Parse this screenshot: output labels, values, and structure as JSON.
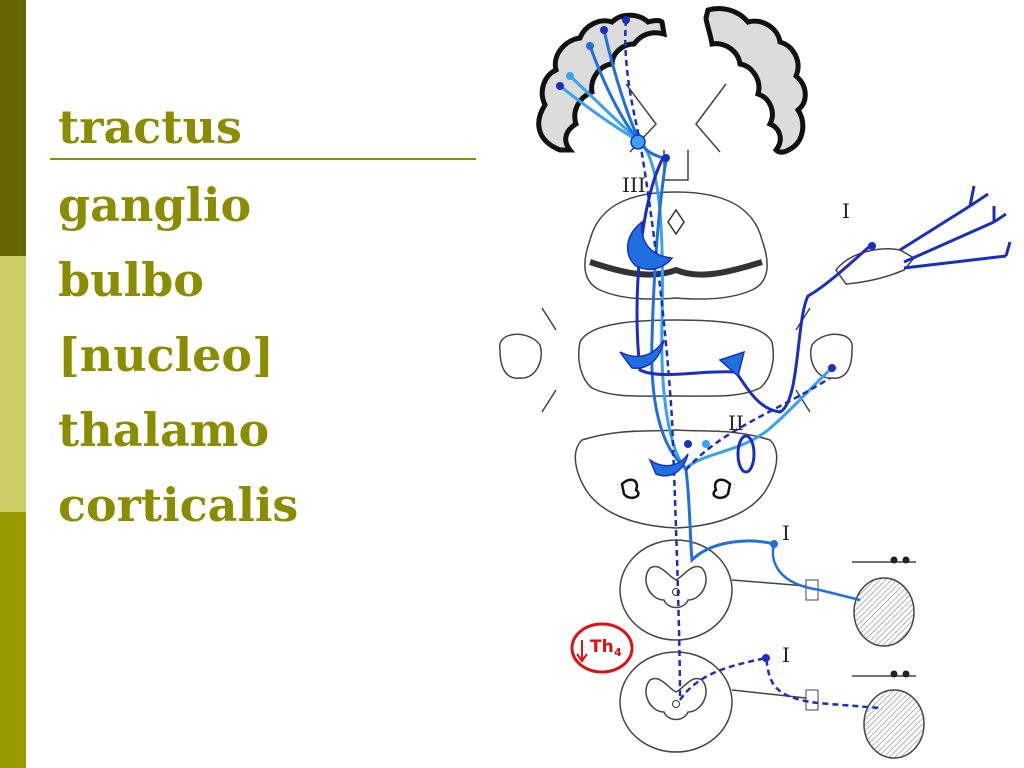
{
  "terms": [
    "tractus",
    "ganglio",
    "bulbo",
    "[nucleo]",
    "thalamo",
    "corticalis"
  ],
  "labels": {
    "level_iii": "III",
    "level_ii": "II",
    "level_i": "I",
    "segment_main": "Th",
    "segment_sub": "4"
  },
  "colors": {
    "sidebar": [
      "#666600",
      "#cccc66",
      "#999900"
    ],
    "text": "#8c8c00",
    "pathway_dark": "#1a2fbf",
    "pathway_mid": "#1f6fe0",
    "pathway_light": "#3aa0f0",
    "segment_badge": "#d11111"
  }
}
